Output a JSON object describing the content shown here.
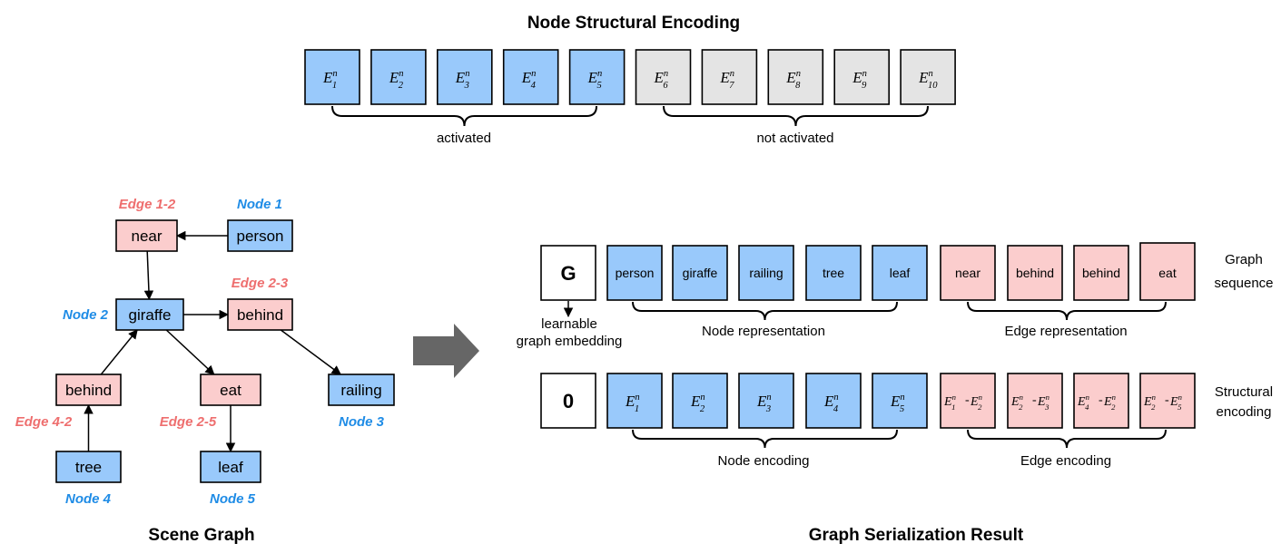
{
  "colors": {
    "node": "#99c9fb",
    "edge": "#fbcdcd",
    "inactive": "#e4e4e4",
    "node_tag": "#1f8ce6",
    "edge_tag": "#ee6e6e",
    "arrow": "#666666"
  },
  "top": {
    "title": "Node Structural Encoding",
    "encodings": [
      {
        "base": "E",
        "sub": "1",
        "sup": "n",
        "active": true
      },
      {
        "base": "E",
        "sub": "2",
        "sup": "n",
        "active": true
      },
      {
        "base": "E",
        "sub": "3",
        "sup": "n",
        "active": true
      },
      {
        "base": "E",
        "sub": "4",
        "sup": "n",
        "active": true
      },
      {
        "base": "E",
        "sub": "5",
        "sup": "n",
        "active": true
      },
      {
        "base": "E",
        "sub": "6",
        "sup": "n",
        "active": false
      },
      {
        "base": "E",
        "sub": "7",
        "sup": "n",
        "active": false
      },
      {
        "base": "E",
        "sub": "8",
        "sup": "n",
        "active": false
      },
      {
        "base": "E",
        "sub": "9",
        "sup": "n",
        "active": false
      },
      {
        "base": "E",
        "sub": "10",
        "sup": "n",
        "active": false
      }
    ],
    "activated_label": "activated",
    "not_activated_label": "not activated"
  },
  "scene_graph": {
    "title": "Scene Graph",
    "nodes": [
      {
        "id": "near",
        "label": "near",
        "kind": "edge"
      },
      {
        "id": "person",
        "label": "person",
        "kind": "node"
      },
      {
        "id": "giraffe",
        "label": "giraffe",
        "kind": "node"
      },
      {
        "id": "behind_r",
        "label": "behind",
        "kind": "edge"
      },
      {
        "id": "behind_l",
        "label": "behind",
        "kind": "edge"
      },
      {
        "id": "eat",
        "label": "eat",
        "kind": "edge"
      },
      {
        "id": "railing",
        "label": "railing",
        "kind": "node"
      },
      {
        "id": "tree",
        "label": "tree",
        "kind": "node"
      },
      {
        "id": "leaf",
        "label": "leaf",
        "kind": "node"
      }
    ],
    "arrows": [
      {
        "from": "person",
        "to": "near"
      },
      {
        "from": "near",
        "to": "giraffe"
      },
      {
        "from": "giraffe",
        "to": "behind_r"
      },
      {
        "from": "behind_r",
        "to": "railing"
      },
      {
        "from": "tree",
        "to": "behind_l"
      },
      {
        "from": "behind_l",
        "to": "giraffe"
      },
      {
        "from": "giraffe",
        "to": "eat"
      },
      {
        "from": "eat",
        "to": "leaf"
      }
    ],
    "tags": [
      {
        "text": "Edge 1-2",
        "kind": "edge",
        "for": "near"
      },
      {
        "text": "Node 1",
        "kind": "node",
        "for": "person"
      },
      {
        "text": "Edge 2-3",
        "kind": "edge",
        "for": "behind_r"
      },
      {
        "text": "Node 2",
        "kind": "node",
        "for": "giraffe"
      },
      {
        "text": "Node 3",
        "kind": "node",
        "for": "railing"
      },
      {
        "text": "Edge 4-2",
        "kind": "edge",
        "for": "behind_l"
      },
      {
        "text": "Edge 2-5",
        "kind": "edge",
        "for": "eat"
      },
      {
        "text": "Node 4",
        "kind": "node",
        "for": "tree"
      },
      {
        "text": "Node 5",
        "kind": "node",
        "for": "leaf"
      }
    ]
  },
  "serialization": {
    "title": "Graph Serialization Result",
    "graph_token": "G",
    "graph_token_note": [
      "learnable",
      "graph embedding"
    ],
    "sequence_nodes": [
      "person",
      "giraffe",
      "railing",
      "tree",
      "leaf"
    ],
    "sequence_edges": [
      "near",
      "behind",
      "behind",
      "eat"
    ],
    "sequence_label": [
      "Graph",
      "sequence"
    ],
    "node_representation_label": "Node representation",
    "edge_representation_label": "Edge representation",
    "zero_token": "0",
    "node_encodings": [
      {
        "base": "E",
        "sub": "1",
        "sup": "n"
      },
      {
        "base": "E",
        "sub": "2",
        "sup": "n"
      },
      {
        "base": "E",
        "sub": "3",
        "sup": "n"
      },
      {
        "base": "E",
        "sub": "4",
        "sup": "n"
      },
      {
        "base": "E",
        "sub": "5",
        "sup": "n"
      }
    ],
    "edge_encodings": [
      {
        "a": {
          "base": "E",
          "sub": "1",
          "sup": "n"
        },
        "b": {
          "base": "E",
          "sub": "2",
          "sup": "n"
        }
      },
      {
        "a": {
          "base": "E",
          "sub": "2",
          "sup": "n"
        },
        "b": {
          "base": "E",
          "sub": "3",
          "sup": "n"
        }
      },
      {
        "a": {
          "base": "E",
          "sub": "4",
          "sup": "n"
        },
        "b": {
          "base": "E",
          "sub": "2",
          "sup": "n"
        }
      },
      {
        "a": {
          "base": "E",
          "sub": "2",
          "sup": "n"
        },
        "b": {
          "base": "E",
          "sub": "5",
          "sup": "n"
        }
      }
    ],
    "encoding_label": [
      "Structural",
      "encoding"
    ],
    "node_encoding_label": "Node encoding",
    "edge_encoding_label": "Edge encoding"
  }
}
